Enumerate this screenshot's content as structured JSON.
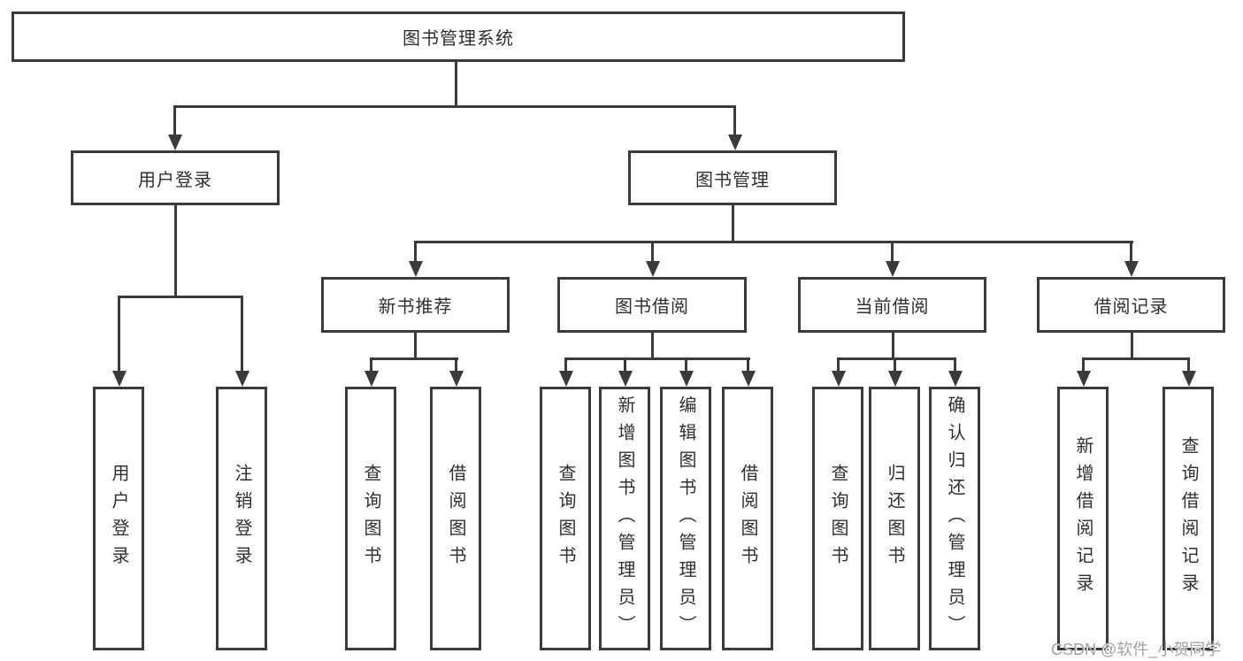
{
  "diagram": {
    "root": "图书管理系统",
    "branches": [
      {
        "label": "用户登录",
        "children": [
          "用户登录",
          "注销登录"
        ]
      },
      {
        "label": "图书管理",
        "children": [
          {
            "label": "新书推荐",
            "children": [
              "查询图书",
              "借阅图书"
            ]
          },
          {
            "label": "图书借阅",
            "children": [
              "查询图书",
              "新增图书（管理员）",
              "编辑图书（管理员）",
              "借阅图书"
            ]
          },
          {
            "label": "当前借阅",
            "children": [
              "查询图书",
              "归还图书",
              "确认归还（管理员）"
            ]
          },
          {
            "label": "借阅记录",
            "children": [
              "新增借阅记录",
              "查询借阅记录"
            ]
          }
        ]
      }
    ]
  },
  "colors": {
    "line": "#3a3a3a",
    "text": "#2f2f2f",
    "watermark_text": "#a2a2a2",
    "background": "#ffffff"
  },
  "watermark": "CSDN @软件_小贺同学"
}
